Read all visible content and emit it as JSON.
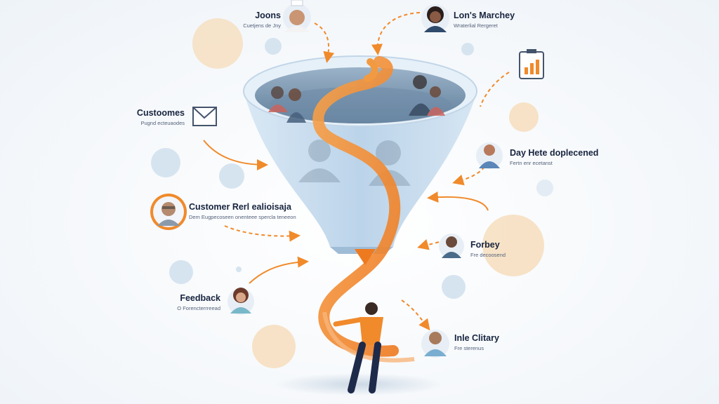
{
  "labels": {
    "joons": {
      "title": "Joons",
      "sub": "Cuetjens de Jny"
    },
    "lons_marchey": {
      "title": "Lon's Marchey",
      "sub": "Wraterlial Rergeret"
    },
    "customoes": {
      "title": "Custoomes",
      "sub": "Pugnd ecteuaodes"
    },
    "day_hete": {
      "title": "Day Hete doplecened",
      "sub": "Fertn enr ecetanst"
    },
    "customer_ref": {
      "title": "Customer Rerl ealioisaja",
      "sub": "Dem Eugpecoseen onenteee spercla teneeon"
    },
    "forbey": {
      "title": "Forbey",
      "sub": "Fre decoosend"
    },
    "feedback": {
      "title": "Feedback",
      "sub": "O Forencterrreead"
    },
    "inle_clitary": {
      "title": "Inle Clitary",
      "sub": "Fre sterenus"
    }
  },
  "colors": {
    "accent_orange": "#f08a2b",
    "funnel_blue": "#b8d3ea",
    "navy_text": "#17243f",
    "peach_circle": "#f6dcb9",
    "blue_circle": "#d6e4f0"
  },
  "icons": [
    "envelope-icon",
    "clipboard-chart-icon",
    "arrow-icon",
    "person-avatar-icon"
  ]
}
